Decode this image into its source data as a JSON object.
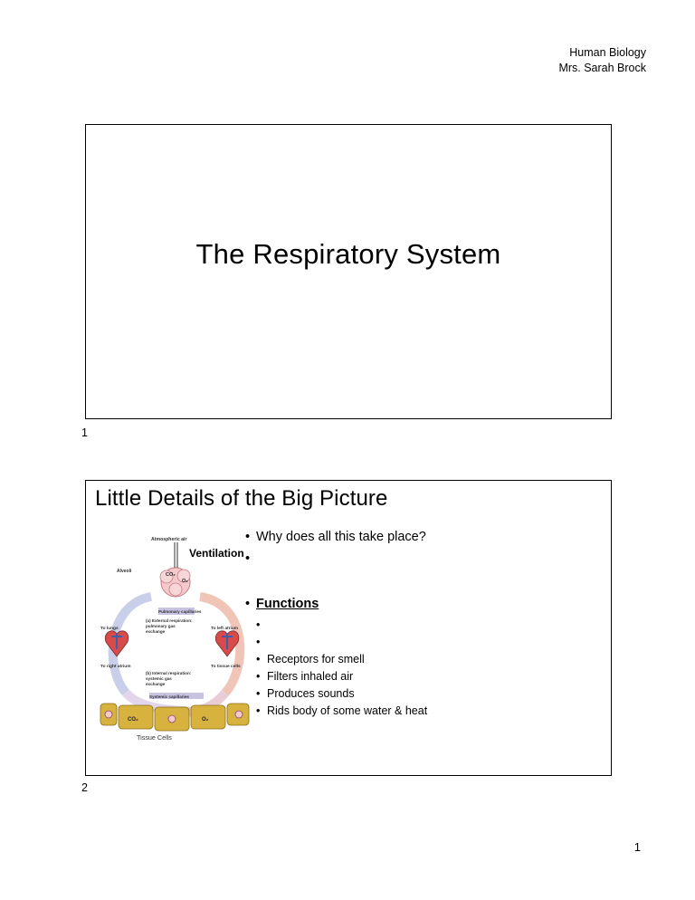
{
  "header": {
    "line1": "Human Biology",
    "line2": "Mrs. Sarah Brock"
  },
  "slide1": {
    "number": "1",
    "title": "The Respiratory System"
  },
  "slide2": {
    "number": "2",
    "title": "Little Details of the Big Picture",
    "bullets": [
      "Why does all this take place?",
      "",
      "Functions"
    ],
    "sub_bullets": [
      "",
      "",
      "Receptors for smell",
      "Filters inhaled air",
      "Produces sounds",
      "Rids body of some water & heat"
    ],
    "diagram": {
      "atmospheric_air": "Atmospheric air",
      "ventilation": "Ventilation",
      "alveoli": "Alveoli",
      "co2": "CO₂",
      "o2": "O₂",
      "pulmonary_capillaries": "Pulmonary capillaries",
      "external_resp": "(a) External respiration:",
      "external_resp2": "pulmonary gas",
      "external_resp3": "exchange",
      "to_lungs": "To lungs",
      "to_left_atrium": "To left atrium",
      "to_right_atrium": "To right atrium",
      "to_tissue_cells": "To tissue cells",
      "internal_resp": "(b) Internal respiration:",
      "internal_resp2": "systemic gas",
      "internal_resp3": "exchange",
      "systemic_capillaries": "Systemic capillaries",
      "tissue_cells": "Tissue Cells"
    }
  },
  "page_number": "1"
}
